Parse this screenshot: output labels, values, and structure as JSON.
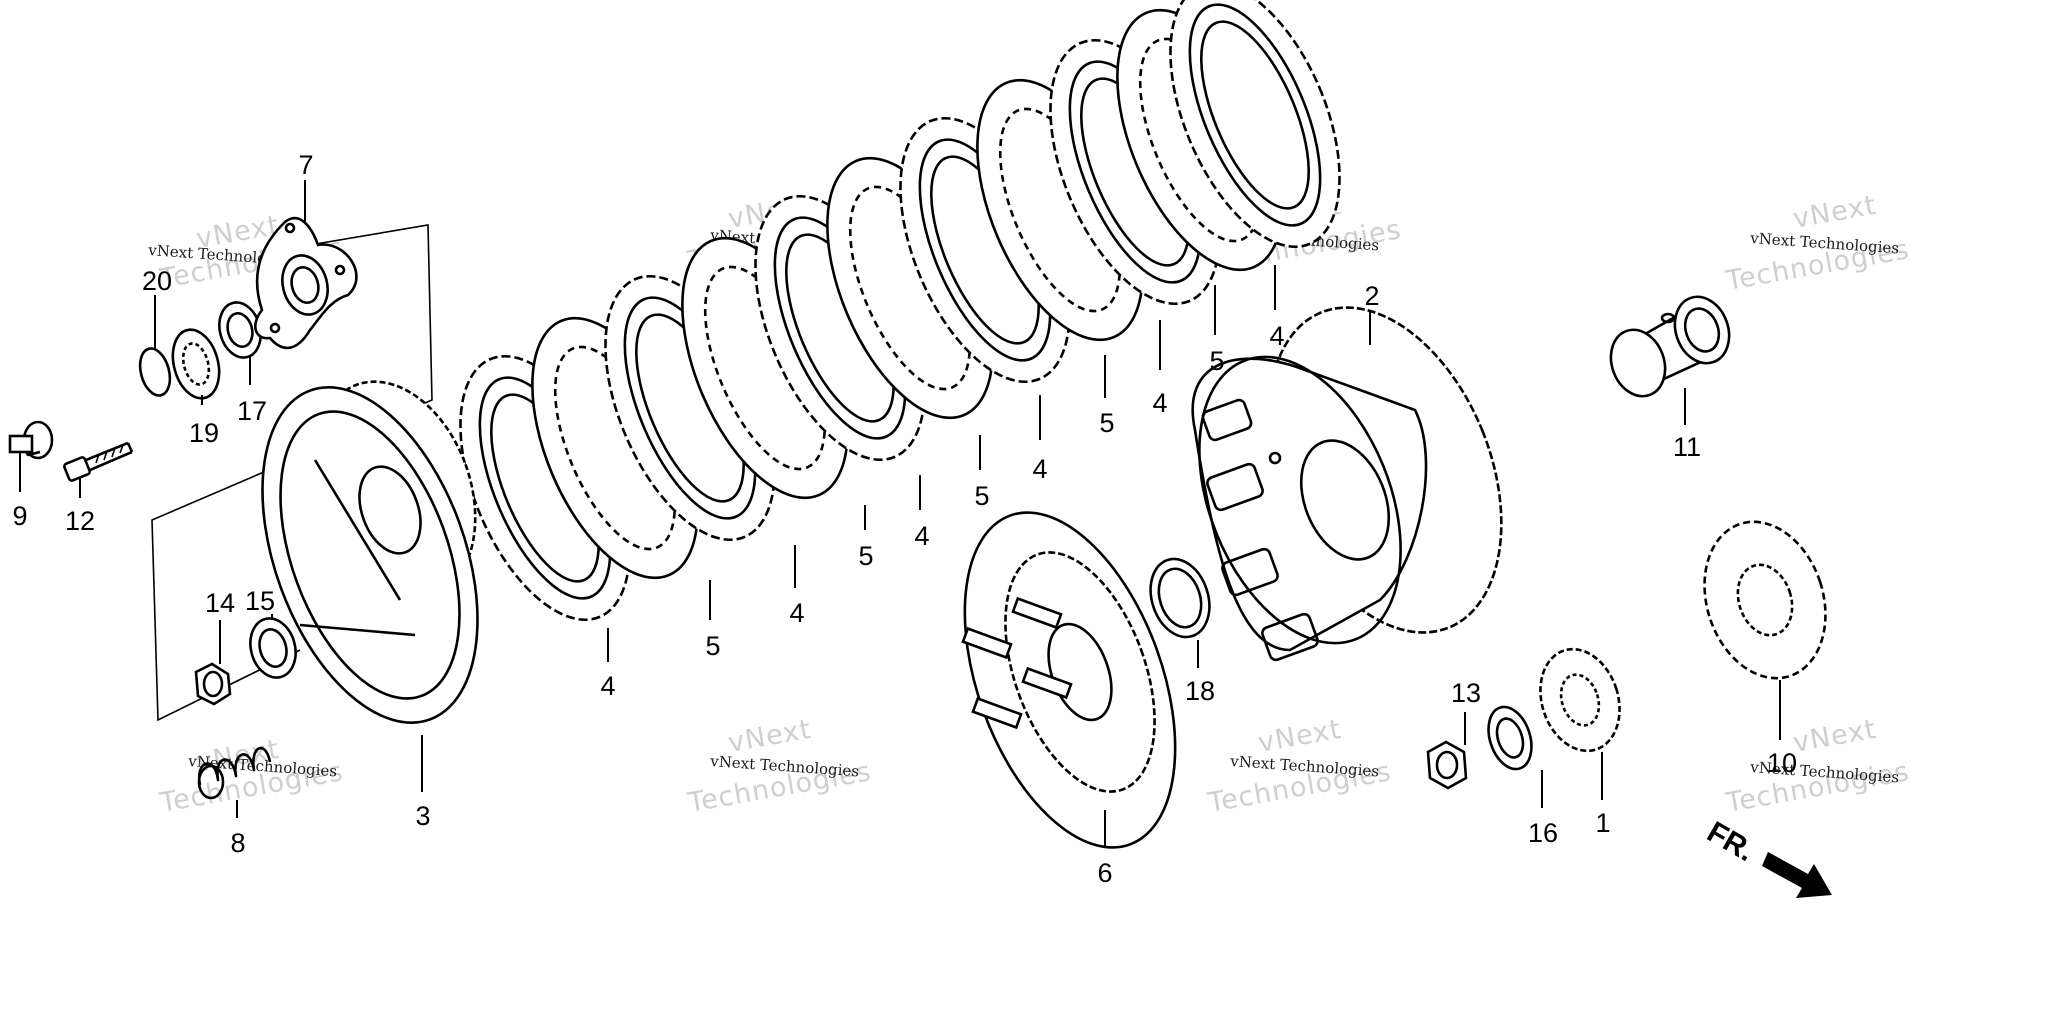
{
  "watermark": {
    "company": "vNext Technologies",
    "brand": "vNext",
    "product": "Technologies"
  },
  "front_marker": {
    "label": "FR."
  },
  "callouts": {
    "c1": "1",
    "c2": "2",
    "c3": "3",
    "c4": "4",
    "c5": "5",
    "c6": "6",
    "c7": "7",
    "c8": "8",
    "c9": "9",
    "c10": "10",
    "c11": "11",
    "c12": "12",
    "c13": "13",
    "c14": "14",
    "c15": "15",
    "c16": "16",
    "c17": "17",
    "c18": "18",
    "c19": "19",
    "c20": "20"
  }
}
